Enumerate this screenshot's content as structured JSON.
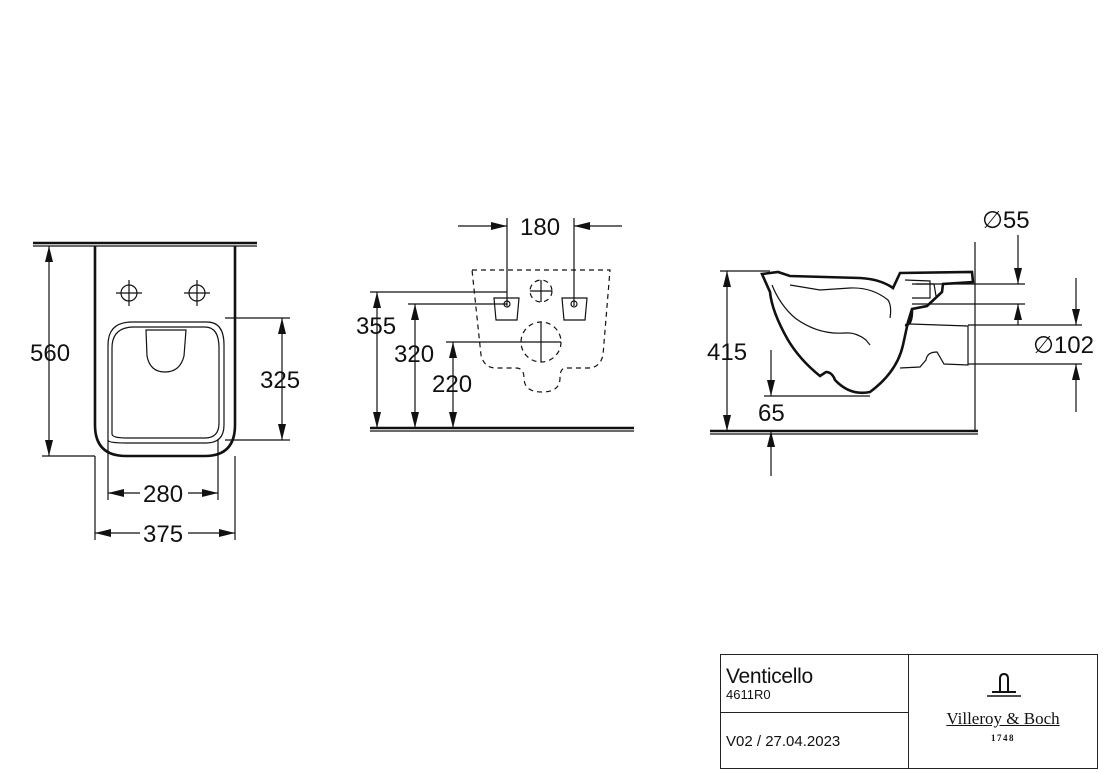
{
  "front_view": {
    "height": "560",
    "seat_to_bottom": "325",
    "inner_width": "280",
    "outer_width": "375"
  },
  "rear_view": {
    "fixing_spacing": "180",
    "fixing_height_upper": "355",
    "fixing_height_lower": "320",
    "outlet_height": "220"
  },
  "side_view": {
    "inlet_diameter": "∅55",
    "outlet_diameter": "∅102",
    "height": "415",
    "outlet_offset": "65"
  },
  "title_block": {
    "product_name": "Venticello",
    "product_code": "4611R0",
    "version": "V02 / 27.04.2023"
  },
  "logo": {
    "brand": "Villeroy & Boch",
    "year": "1748"
  }
}
